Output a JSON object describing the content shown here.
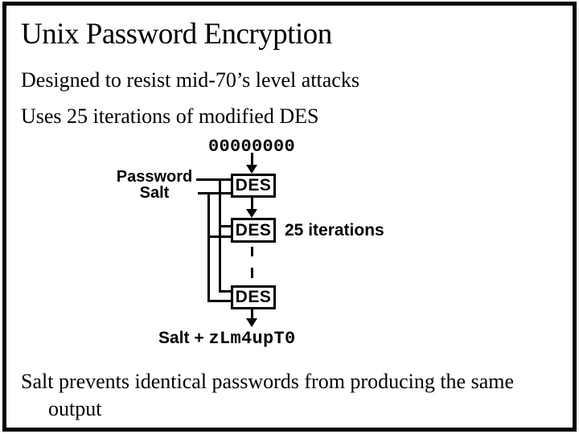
{
  "slide": {
    "title": "Unix Password Encryption",
    "bullets": [
      "Designed to resist mid-70’s level attacks",
      "Uses 25 iterations of modified DES"
    ],
    "footer_line1": "Salt prevents identical passwords from producing the same",
    "footer_line2": "output"
  },
  "diagram": {
    "input_zeros": "00000000",
    "password_label": "Password",
    "salt_label": "Salt",
    "des_boxes": [
      "DES",
      "DES",
      "DES"
    ],
    "iterations_label": "25 iterations",
    "output_prefix": "Salt + ",
    "output_hash": "zLm4upT0"
  },
  "colors": {
    "background": "#ffffff",
    "foreground": "#000000"
  }
}
